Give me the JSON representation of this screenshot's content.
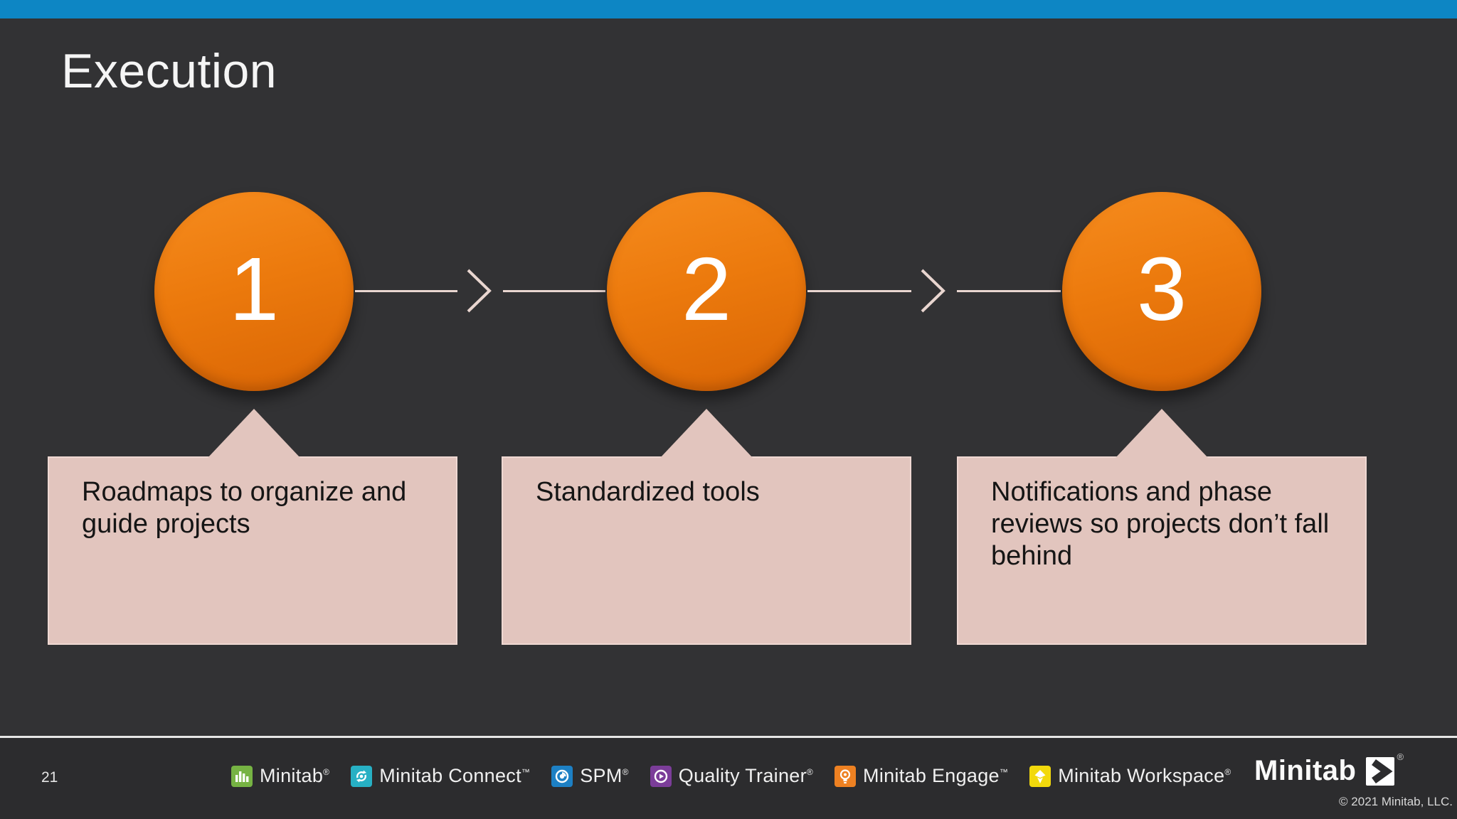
{
  "slide": {
    "title": "Execution",
    "page_number": "21",
    "top_bar_color": "#0d86c4",
    "background_color": "#323234",
    "circle_color": "#e87211",
    "callout_color": "#e2c5be",
    "connector_color": "#e9d6d0"
  },
  "steps": [
    {
      "number": "1",
      "description": "Roadmaps to organize and guide projects"
    },
    {
      "number": "2",
      "description": "Standardized tools"
    },
    {
      "number": "3",
      "description": "Notifications and phase reviews so projects don’t fall behind"
    }
  ],
  "footer": {
    "products": [
      {
        "label": "Minitab",
        "mark": "®",
        "icon": "bar-chart-icon",
        "color": "#76b343"
      },
      {
        "label": "Minitab Connect",
        "mark": "™",
        "icon": "sync-arrows-icon",
        "color": "#27b0c4"
      },
      {
        "label": "SPM",
        "mark": "®",
        "icon": "swirl-circle-icon",
        "color": "#1d80c4"
      },
      {
        "label": "Quality Trainer",
        "mark": "®",
        "icon": "play-circle-icon",
        "color": "#7b3d99"
      },
      {
        "label": "Minitab Engage",
        "mark": "™",
        "icon": "lightbulb-icon",
        "color": "#ee8122"
      },
      {
        "label": "Minitab Workspace",
        "mark": "®",
        "icon": "kite-icon",
        "color": "#f2d90c"
      }
    ],
    "brand": {
      "name": "Minitab",
      "mark": "®"
    },
    "copyright": "© 2021 Minitab, LLC."
  }
}
